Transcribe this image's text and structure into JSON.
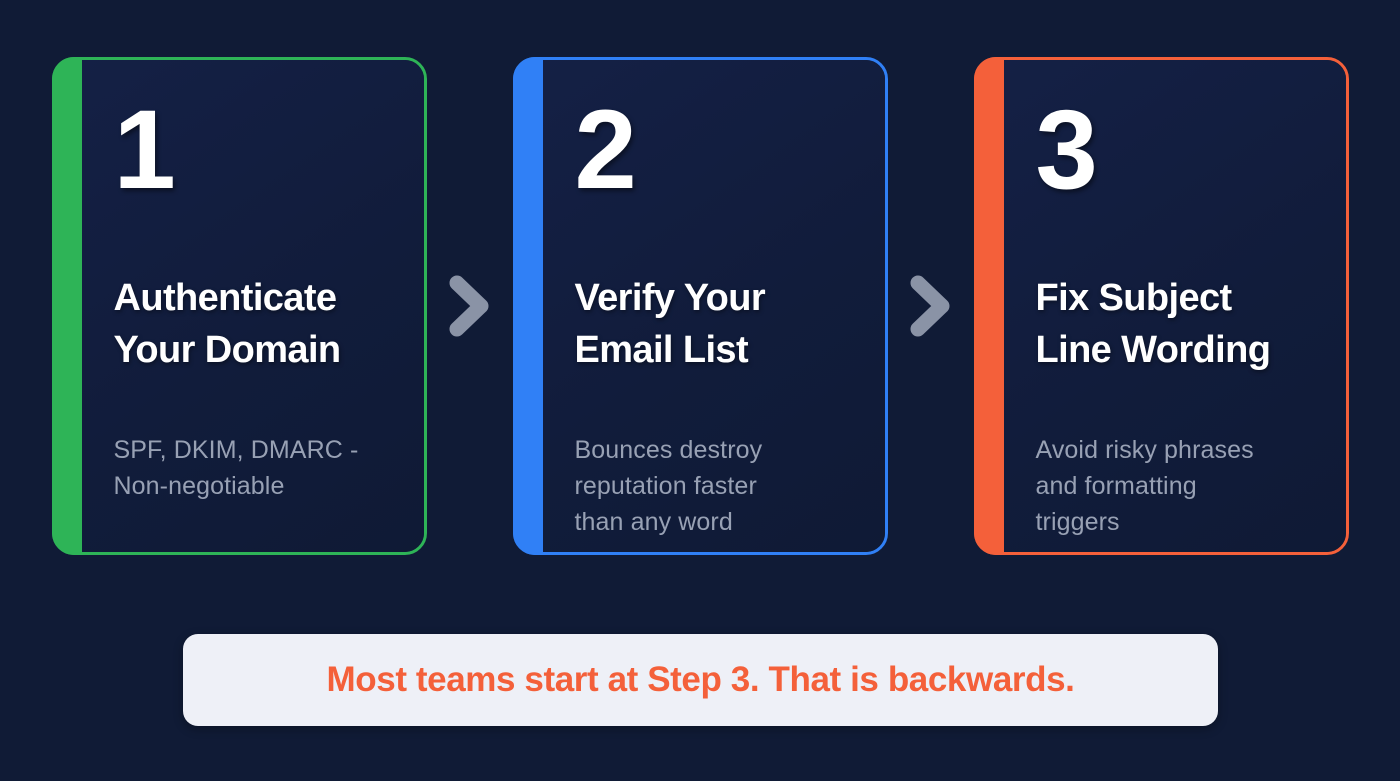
{
  "background_color": "#101B36",
  "steps": [
    {
      "number": "1",
      "title": "Authenticate\nYour Domain",
      "description": "SPF, DKIM, DMARC -\nNon-negotiable",
      "accent_color": "#2EB457",
      "accent_name": "green"
    },
    {
      "number": "2",
      "title": "Verify Your\nEmail List",
      "description": "Bounces destroy\nreputation faster\nthan any word",
      "accent_color": "#3080F6",
      "accent_name": "blue"
    },
    {
      "number": "3",
      "title": "Fix Subject\nLine Wording",
      "description": "Avoid risky phrases\nand formatting\ntriggers",
      "accent_color": "#F4603A",
      "accent_name": "orange"
    }
  ],
  "separators": [
    {
      "icon": "chevron-right-icon",
      "color": "#8A93A6"
    },
    {
      "icon": "chevron-right-icon",
      "color": "#8A93A6"
    }
  ],
  "banner": {
    "text": "Most teams start at Step 3. That is backwards.",
    "text_color": "#F4603A",
    "background_color": "#EEF0F7"
  }
}
